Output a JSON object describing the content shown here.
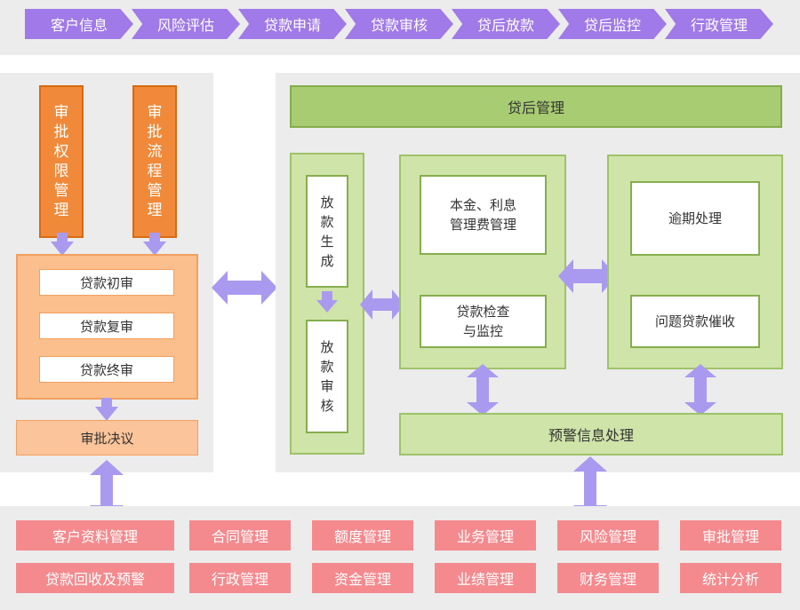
{
  "nav": [
    "客户信息",
    "风险评估",
    "贷款申请",
    "贷款审核",
    "贷后放款",
    "贷后监控",
    "行政管理"
  ],
  "left": {
    "authority": [
      "审",
      "批",
      "权",
      "限",
      "管",
      "理"
    ],
    "process": [
      "审",
      "批",
      "流",
      "程",
      "管",
      "理"
    ],
    "steps": [
      "贷款初审",
      "贷款复审",
      "贷款终审"
    ],
    "decision": "审批决议"
  },
  "right": {
    "title": "贷后管理",
    "release_gen": [
      "放",
      "款",
      "生",
      "成"
    ],
    "release_review": [
      "放",
      "款",
      "审",
      "核"
    ],
    "principal": [
      "本金、利息",
      "管理费管理"
    ],
    "inspection": [
      "贷款检查",
      "与监控"
    ],
    "overdue": "逾期处理",
    "collection": "问题贷款催收",
    "warning": "预警信息处理"
  },
  "modules": [
    [
      "客户资料管理",
      "合同管理",
      "额度管理",
      "业务管理",
      "风险管理",
      "审批管理"
    ],
    [
      "贷款回收及预警",
      "行政管理",
      "资金管理",
      "业绩管理",
      "财务管理",
      "统计分析"
    ]
  ],
  "colors": {
    "purple": "#a07ae8",
    "orange": "#f08a3a",
    "green": "#a8cc72",
    "pink": "#f48a8e",
    "arrow": "#a99af0"
  }
}
